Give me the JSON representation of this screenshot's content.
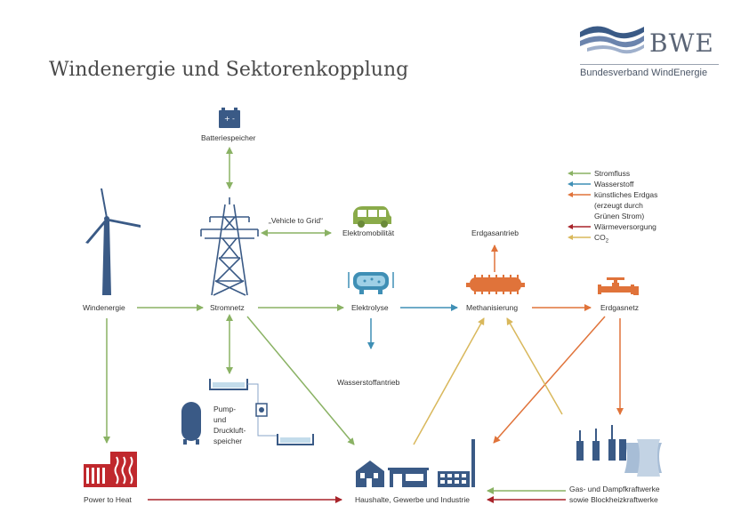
{
  "title": "Windenergie und Sektorenkopplung",
  "logo": {
    "mark": "BWE",
    "name": "Bundesverband WindEnergie"
  },
  "nodes": {
    "batteriespeicher": "Batteriespeicher",
    "vehicle_to_grid": "„Vehicle to Grid“",
    "elektromobilitaet": "Elektromobilität",
    "windenergie": "Windenergie",
    "stromnetz": "Stromnetz",
    "elektrolyse": "Elektrolyse",
    "methanisierung": "Methanisierung",
    "erdgasnetz": "Erdgasnetz",
    "erdgasantrieb": "Erdgasantrieb",
    "wasserstoffantrieb": "Wasserstoffantrieb",
    "pump_l1": "Pump-",
    "pump_l2": "und",
    "pump_l3": "Druckluft-",
    "pump_l4": "speicher",
    "power_to_heat": "Power to Heat",
    "haushalte": "Haushalte, Gewerbe und Industrie",
    "kraftwerke_l1": "Gas- und Dampfkraftwerke",
    "kraftwerke_l2": "sowie Blockheizkraftwerke"
  },
  "legend": {
    "stromfluss": "Stromfluss",
    "wasserstoff": "Wasserstoff",
    "erdgas_l1": "künstliches Erdgas",
    "erdgas_l2": "(erzeugt durch",
    "erdgas_l3": "Grünen Strom)",
    "waerme": "Wärmeversorgung",
    "co2_prefix": "CO",
    "co2_sub": "2"
  },
  "colors": {
    "strom": "#8ab264",
    "wasserstoff": "#3f8fb5",
    "erdgas": "#e0733a",
    "waerme": "#a8242a",
    "co2": "#d9b85c",
    "icon_blue": "#3a5a86",
    "icon_green": "#8aab4a",
    "icon_orange": "#e0733a",
    "icon_red": "#c0282d"
  }
}
